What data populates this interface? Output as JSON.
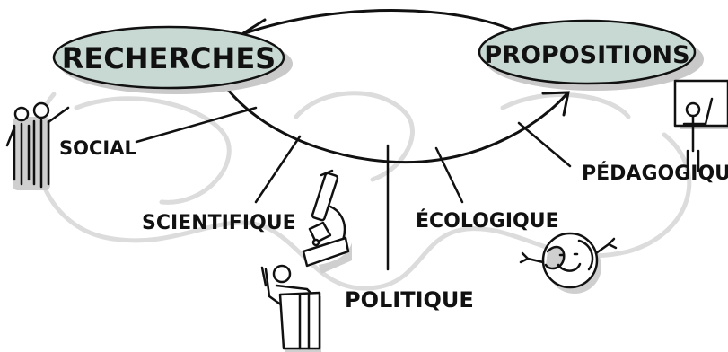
{
  "nodes": {
    "left": "RECHERCHES",
    "right": "PROPOSITIONS"
  },
  "branches": {
    "social": "SOCIAL",
    "scientifique": "SCIENTIFIQUE",
    "politique": "POLITIQUE",
    "ecologique": "ÉCOLOGIQUE",
    "pedagogique": "PÉDAGOGIQUE"
  },
  "colors": {
    "node_fill": "#c8d9d4",
    "shadow": "#c9c9c9",
    "ink": "#111111",
    "sketch": "#d8d8d8"
  }
}
